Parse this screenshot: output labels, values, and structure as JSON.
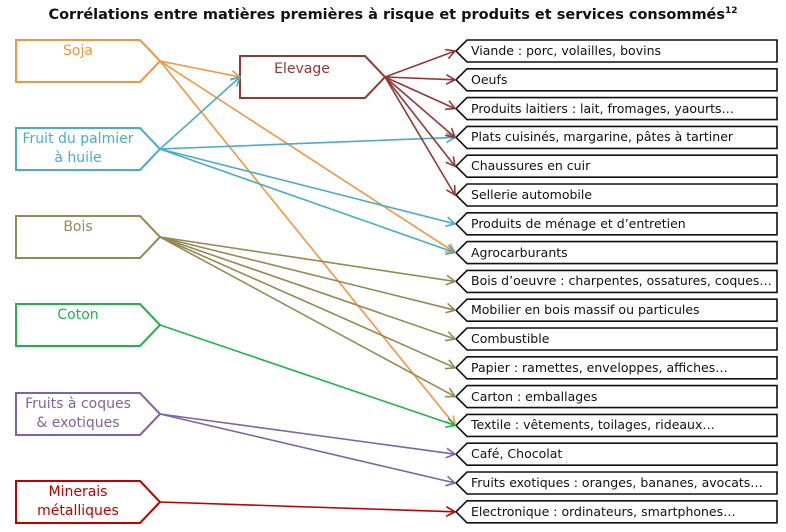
{
  "title": "Corrélations entre matières premières à risque et produits et services consommés",
  "title_footnote": "12",
  "sources": [
    {
      "id": "soja",
      "label": "Soja",
      "color": "#f7943e"
    },
    {
      "id": "palmier",
      "label": "Fruit du palmier à huile",
      "color": "#4bacc6"
    },
    {
      "id": "bois",
      "label": "Bois",
      "color": "#948a54"
    },
    {
      "id": "coton",
      "label": "Coton",
      "color": "#1fb34a"
    },
    {
      "id": "fruits",
      "label": "Fruits à coques & exotiques",
      "color": "#8064a2"
    },
    {
      "id": "minerais",
      "label": "Minerais métalliques",
      "color": "#c00000"
    }
  ],
  "intermediate": {
    "id": "elevage",
    "label": "Elevage",
    "color": "#953735"
  },
  "products": [
    "Viande : porc, volailles, bovins",
    "Oeufs",
    "Produits laitiers : lait, fromages, yaourts…",
    "Plats cuisinés, margarine, pâtes à tartiner",
    "Chaussures en cuir",
    "Sellerie automobile",
    "Produits de ménage et d’entretien",
    "Agrocarburants",
    "Bois d’oeuvre : charpentes, ossatures, coques…",
    "Mobilier en bois massif ou particules",
    "Combustible",
    "Papier : ramettes, enveloppes, affiches…",
    "Carton : emballages",
    "Textile : vêtements, toilages, rideaux…",
    "Café, Chocolat",
    "Fruits exotiques : oranges, bananes, avocats…",
    "Electronique : ordinateurs, smartphones…"
  ],
  "links": [
    {
      "from": "soja",
      "to": "elevage"
    },
    {
      "from": "soja",
      "to": 7
    },
    {
      "from": "soja",
      "to": 13
    },
    {
      "from": "palmier",
      "to": "elevage"
    },
    {
      "from": "palmier",
      "to": 3
    },
    {
      "from": "palmier",
      "to": 6
    },
    {
      "from": "palmier",
      "to": 7
    },
    {
      "from": "elevage",
      "to": 0
    },
    {
      "from": "elevage",
      "to": 1
    },
    {
      "from": "elevage",
      "to": 2
    },
    {
      "from": "elevage",
      "to": 3
    },
    {
      "from": "elevage",
      "to": 4
    },
    {
      "from": "elevage",
      "to": 5
    },
    {
      "from": "bois",
      "to": 8
    },
    {
      "from": "bois",
      "to": 9
    },
    {
      "from": "bois",
      "to": 10
    },
    {
      "from": "bois",
      "to": 11
    },
    {
      "from": "bois",
      "to": 12
    },
    {
      "from": "coton",
      "to": 13
    },
    {
      "from": "fruits",
      "to": 14
    },
    {
      "from": "fruits",
      "to": 15
    },
    {
      "from": "minerais",
      "to": 16
    }
  ]
}
